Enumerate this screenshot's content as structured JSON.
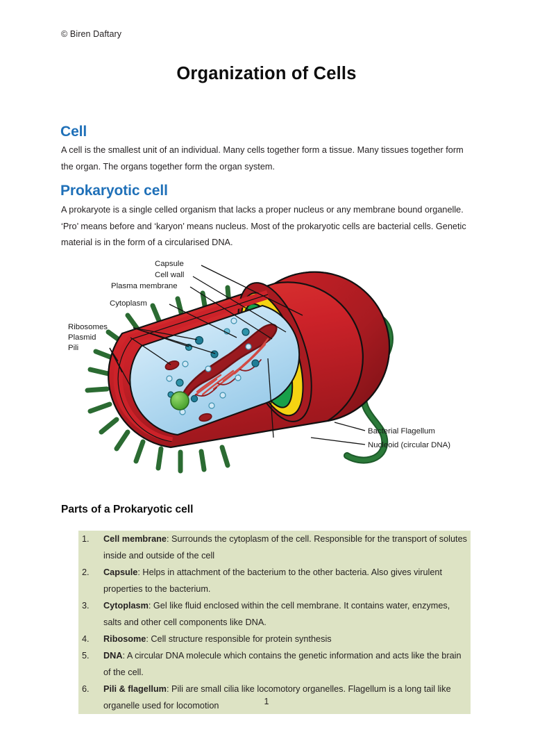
{
  "document": {
    "copyright": "© Biren Daftary",
    "title": "Organization of Cells",
    "page_number": "1"
  },
  "sections": [
    {
      "heading": "Cell",
      "body": "A cell is the smallest unit of an individual. Many cells together form a tissue. Many tissues together form the organ. The organs together form the organ system."
    },
    {
      "heading": "Prokaryotic cell",
      "body": "A prokaryote is a single celled organism that lacks a proper nucleus or any membrane bound organelle. ‘Pro’ means before and ‘karyon’ means nucleus. Most of the prokaryotic cells are bacterial cells. Genetic material is in the form of a circularised DNA."
    }
  ],
  "figure": {
    "alt": "Labelled cut-away diagram of a prokaryotic bacterial cell",
    "labels": {
      "capsule": "Capsule",
      "cell_wall": "Cell wall",
      "plasma_membrane": "Plasma membrane",
      "cytoplasm": "Cytoplasm",
      "ribosomes": "Ribosomes",
      "plasmid": "Plasmid",
      "pili": "Pili",
      "bacterial_flagellum": "Bacterial Flagellum",
      "nucleoid": "Nucleoid (circular DNA)"
    },
    "colors": {
      "capsule": "#cc2229",
      "capsule_dark": "#a81b21",
      "cell_wall": "#f5d312",
      "plasma_membrane": "#17a04a",
      "cytoplasm": "#a9d5ef",
      "cytoplasm_light": "#d9ecf9",
      "nucleoid": "#9e1c20",
      "pili": "#2b6b32",
      "flagellum": "#21662f",
      "ribosome": "#1f7d96",
      "granule": "#5bbd3a"
    }
  },
  "parts_section": {
    "heading": "Parts of a Prokaryotic cell",
    "band_color": "#dde3c4",
    "items": [
      {
        "num": "1.",
        "term": "Cell membrane",
        "text": ": Surrounds the cytoplasm of the cell. Responsible for the transport of solutes inside and outside of the cell"
      },
      {
        "num": "2.",
        "term": "Capsule",
        "text": ": Helps in attachment of the bacterium to the other bacteria. Also gives virulent properties to the bacterium."
      },
      {
        "num": "3.",
        "term": "Cytoplasm",
        "text": ": Gel like fluid enclosed within the cell membrane. It contains water, enzymes, salts and other cell components like DNA."
      },
      {
        "num": "4.",
        "term": "Ribosome",
        "text": ": Cell structure responsible for protein synthesis"
      },
      {
        "num": "5.",
        "term": "DNA",
        "text": ": A circular DNA molecule which contains the genetic information and acts like the brain of the cell."
      },
      {
        "num": "6.",
        "term": "Pili & flagellum",
        "text": ": Pili are small cilia like locomotory organelles. Flagellum is a long tail like organelle used for locomotion"
      }
    ]
  }
}
